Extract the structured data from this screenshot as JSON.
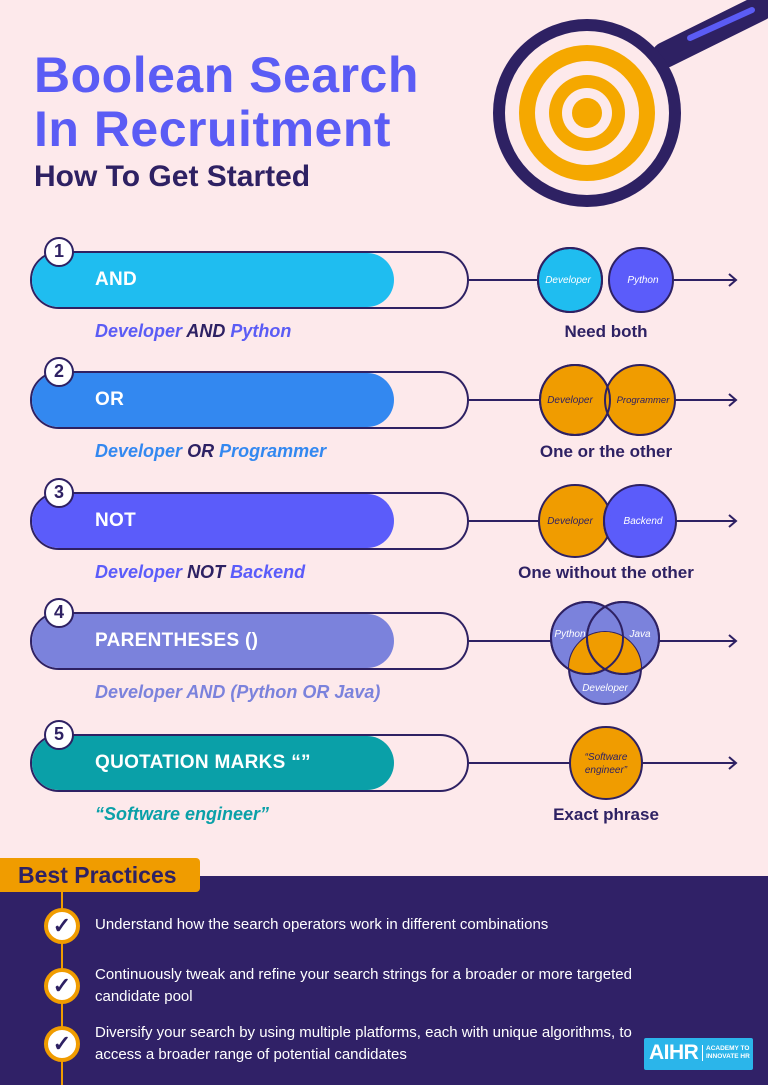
{
  "header": {
    "title_line1": "Boolean Search",
    "title_line2": "In Recruitment",
    "subtitle": "How To Get Started"
  },
  "colors": {
    "background": "#fde9eb",
    "dark": "#2e2163",
    "title": "#5b5cf5",
    "orange": "#f09c00"
  },
  "operators": [
    {
      "number": "1",
      "label": "AND",
      "color": "#1fbdf0",
      "example": {
        "a": "Developer",
        "op": "AND",
        "b": "Python"
      },
      "example_color": "#5b5cf5",
      "venn": [
        "Developer",
        "Python"
      ],
      "meaning": "Need both"
    },
    {
      "number": "2",
      "label": "OR",
      "color": "#3388f0",
      "example": {
        "a": "Developer",
        "op": "OR",
        "b": "Programmer"
      },
      "example_color": "#3388f0",
      "venn": [
        "Developer",
        "Programmer"
      ],
      "meaning": "One or the other"
    },
    {
      "number": "3",
      "label": "NOT",
      "color": "#5b5cfa",
      "example": {
        "a": "Developer",
        "op": "NOT",
        "b": "Backend"
      },
      "example_color": "#5b5cfa",
      "venn": [
        "Developer",
        "Backend"
      ],
      "meaning": "One without the other"
    },
    {
      "number": "4",
      "label": "PARENTHESES ()",
      "color": "#7b82dc",
      "example": {
        "a": "Developer AND (",
        "op": "",
        "b": "Python OR Java)"
      },
      "example_color": "#7b82dc",
      "venn": [
        "Python",
        "Java",
        "Developer"
      ],
      "meaning": ""
    },
    {
      "number": "5",
      "label": "QUOTATION MARKS “”",
      "color": "#0aa0a8",
      "example": {
        "a": "“Software engineer”",
        "op": "",
        "b": ""
      },
      "example_color": "#0aa0a8",
      "venn": [
        "“Software",
        "engineer”"
      ],
      "meaning": "Exact phrase"
    }
  ],
  "best_practices": {
    "title": "Best Practices",
    "items": [
      "Understand how the search operators work in different combinations",
      "Continuously tweak and refine your search strings for a broader or more targeted candidate pool",
      "Diversify your search by using multiple platforms, each with unique algorithms, to access a broader range of potential candidates"
    ]
  },
  "logo": {
    "name": "AIHR",
    "tagline": "ACADEMY TO INNOVATE HR"
  }
}
